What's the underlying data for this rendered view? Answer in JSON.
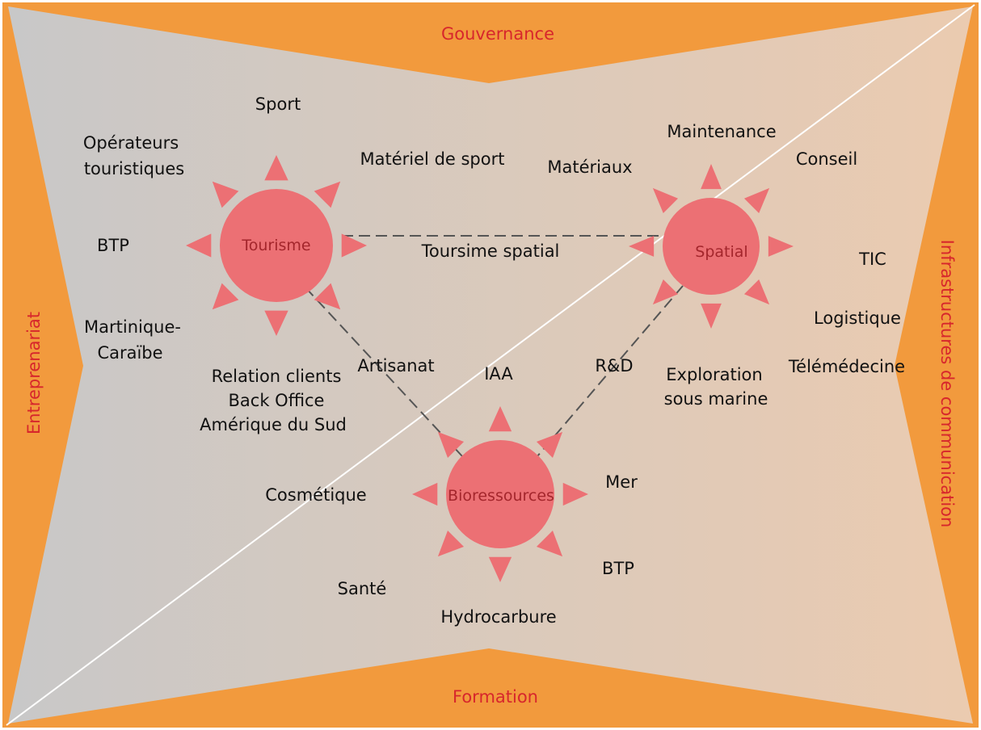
{
  "colors": {
    "border": "#f29a3d",
    "border_text": "#d7262c",
    "hub_fill": "#ec7074",
    "hub_text": "#a4262c",
    "ray_fill": "#ec7074",
    "link_dash": "#555555",
    "bg_left": "#c8c8c8",
    "bg_right": "#ebcbb0",
    "diagonal": "#ffffff",
    "label_text": "#111111"
  },
  "borders": {
    "top": "Gouvernance",
    "bottom": "Formation",
    "left": "Entreprenariat",
    "right": "Infrastructures de communication"
  },
  "hubs": {
    "tourisme": "Tourisme",
    "spatial": "Spatial",
    "bioressources": "Bioressources"
  },
  "links": {
    "tourisme_spatial": "Toursime spatial",
    "tourisme_bioressources": "Artisanat",
    "spatial_bioressources": "R&D",
    "bioressources_top": "IAA"
  },
  "tourisme_items": {
    "sport": "Sport",
    "operateurs_1": "Opérateurs",
    "operateurs_2": "touristiques",
    "materiel_sport": "Matériel de sport",
    "btp": "BTP",
    "martinique_1": "Martinique-",
    "martinique_2": "Caraïbe",
    "relation_1": "Relation clients",
    "relation_2": "Back Office",
    "relation_3": "Amérique du Sud"
  },
  "spatial_items": {
    "maintenance": "Maintenance",
    "materiaux": "Matériaux",
    "conseil": "Conseil",
    "tic": "TIC",
    "logistique": "Logistique",
    "telemedecine": "Télémédecine",
    "exploration_1": "Exploration",
    "exploration_2": "sous marine"
  },
  "bio_items": {
    "cosmetique": "Cosmétique",
    "mer": "Mer",
    "btp": "BTP",
    "sante": "Santé",
    "hydrocarbure": "Hydrocarbure"
  }
}
